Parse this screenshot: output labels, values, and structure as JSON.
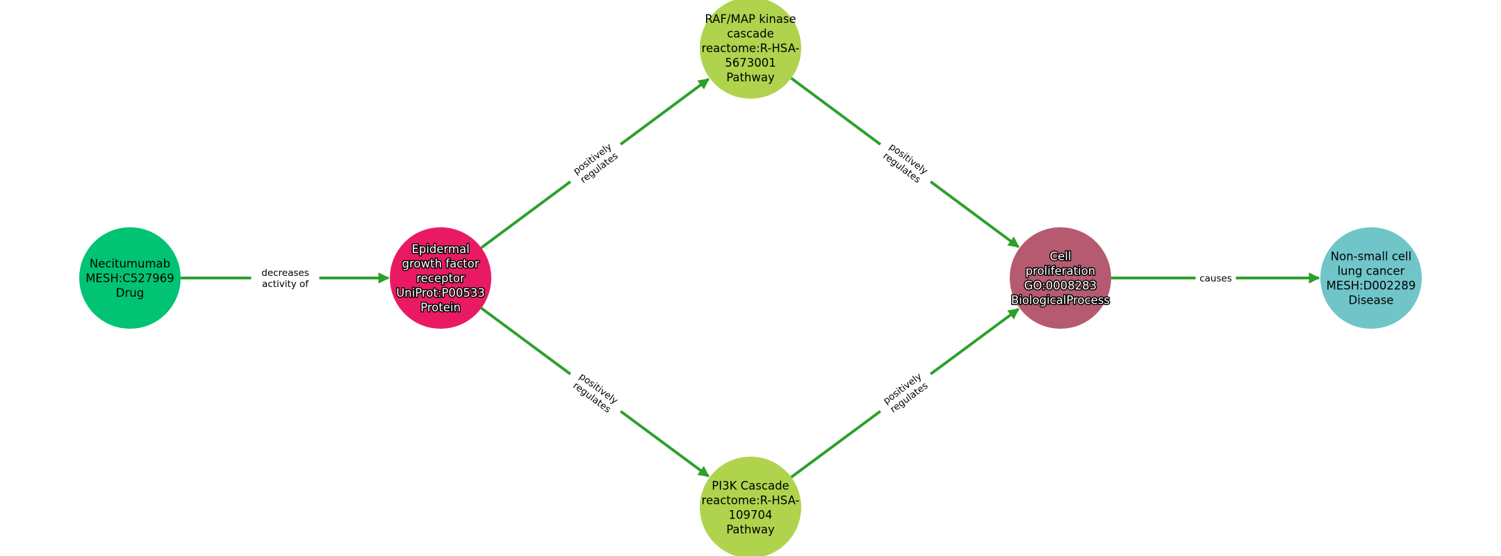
{
  "colors": {
    "edge": "#2ca02c"
  },
  "nodes": [
    {
      "id": "drug",
      "lines": [
        "Necitumumab",
        "MESH:C527969",
        "Drug"
      ],
      "color": "#00c373",
      "outlined": false
    },
    {
      "id": "egfr",
      "lines": [
        "Epidermal",
        "growth factor",
        "receptor",
        "UniProt:P00533",
        "Protein"
      ],
      "color": "#e91a63",
      "outlined": true
    },
    {
      "id": "raf",
      "lines": [
        "RAF/MAP kinase",
        "cascade",
        "reactome:R-HSA-",
        "5673001",
        "Pathway"
      ],
      "color": "#b0d34e",
      "outlined": false
    },
    {
      "id": "pi3k",
      "lines": [
        "PI3K Cascade",
        "reactome:R-HSA-",
        "109704",
        "Pathway"
      ],
      "color": "#b0d34e",
      "outlined": false
    },
    {
      "id": "cell",
      "lines": [
        "Cell",
        "proliferation",
        "GO:0008283",
        "BiologicalProcess"
      ],
      "color": "#b55a70",
      "outlined": true
    },
    {
      "id": "nsclc",
      "lines": [
        "Non-small cell",
        "lung cancer",
        "MESH:D002289",
        "Disease"
      ],
      "color": "#70c5c9",
      "outlined": false
    }
  ],
  "edges": [
    {
      "source": "drug",
      "target": "egfr",
      "label": [
        "decreases",
        "activity of"
      ]
    },
    {
      "source": "egfr",
      "target": "raf",
      "label": [
        "positively",
        "regulates"
      ]
    },
    {
      "source": "egfr",
      "target": "pi3k",
      "label": [
        "positively",
        "regulates"
      ]
    },
    {
      "source": "raf",
      "target": "cell",
      "label": [
        "positively",
        "regulates"
      ]
    },
    {
      "source": "pi3k",
      "target": "cell",
      "label": [
        "positively",
        "regulates"
      ]
    },
    {
      "source": "cell",
      "target": "nsclc",
      "label": [
        "causes"
      ]
    }
  ]
}
